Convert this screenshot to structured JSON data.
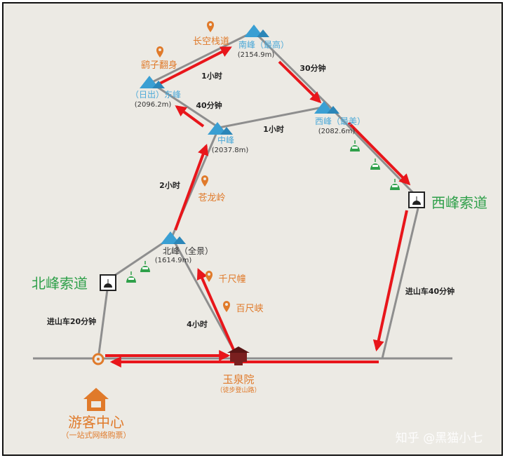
{
  "peaks": {
    "south": {
      "name": "南峰（最高）",
      "elev": "(2154.9m)"
    },
    "east": {
      "name": "（日出）东峰",
      "elev": "(2096.2m)"
    },
    "middle": {
      "name": "中峰",
      "elev": "(2037.8m)"
    },
    "west": {
      "name": "西峰（最美）",
      "elev": "(2082.6m)"
    },
    "north": {
      "name": "北峰（全景）",
      "elev": "(1614.9m)"
    }
  },
  "times": {
    "east_south": "1小时",
    "south_west": "30分钟",
    "middle_east": "40分钟",
    "middle_west": "1小时",
    "north_middle": "2小时",
    "yuquan_north": "4小时",
    "north_bus": "进山车20分钟",
    "west_bus": "进山车40分钟"
  },
  "pois": {
    "changkong": "长空栈道",
    "yaozi": "鹞子翻身",
    "canglong": "苍龙岭",
    "qianchi": "千尺幢",
    "baichi": "百尺峡"
  },
  "cableways": {
    "west": "西峰索道",
    "north": "北峰索道"
  },
  "yuquan": {
    "name": "玉泉院",
    "sub": "（徒步登山路）"
  },
  "visitor": {
    "name": "游客中心",
    "sub": "（一站式网络购票）"
  },
  "watermark": "知乎 @黑猫小七",
  "colors": {
    "route": "#e8161b",
    "peak": "#4aa8d8",
    "poi": "#e07a2a",
    "cable": "#2fa04a"
  }
}
